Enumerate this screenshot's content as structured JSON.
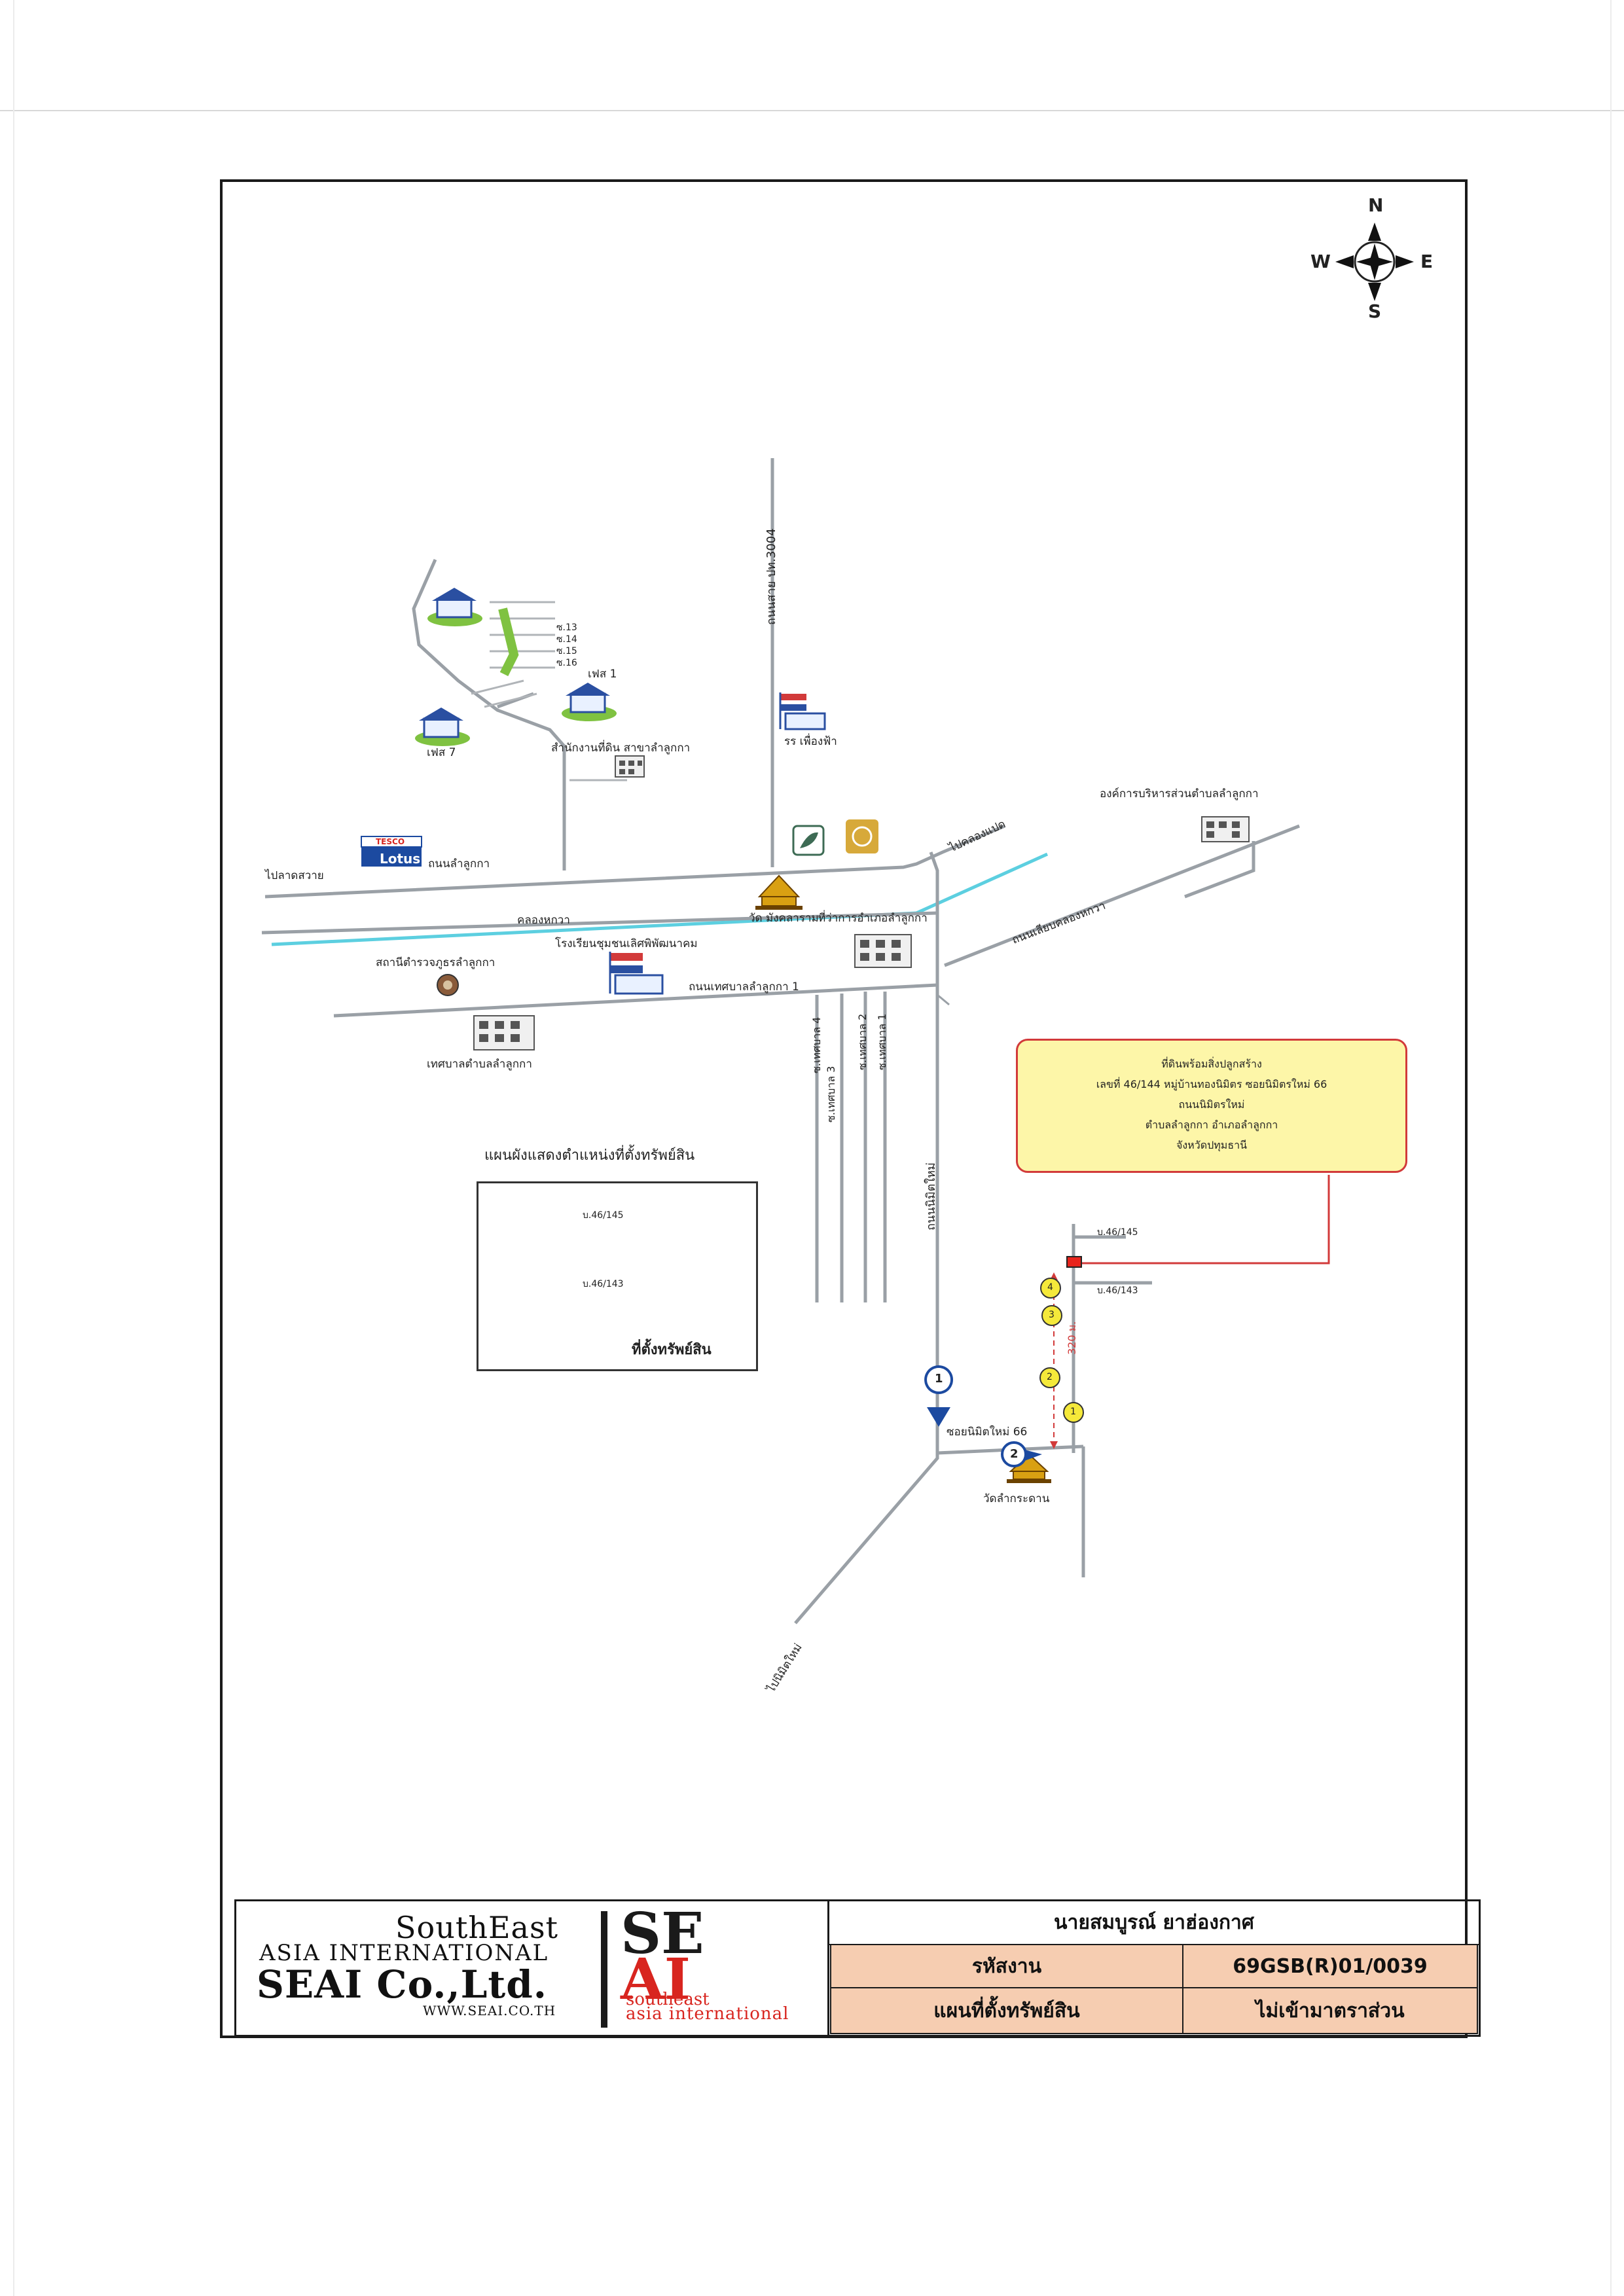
{
  "compass": {
    "n": "N",
    "e": "E",
    "s": "S",
    "w": "W"
  },
  "roads": {
    "route_3004": "ถนนสาย ปท.3004",
    "to_lat_sawai": "ไปลาดสวาย",
    "lam_luk_ka_rd": "ถนนลำลูกกา",
    "to_khlong_paet": "ไปคลองแปด",
    "khlong_hok_wa_side_rd": "ถนนเลียบคลองหกวา",
    "municipal_rd_1": "ถนนเทศบาลลำลูกกา 1",
    "soi_1": "ซ.เทศบาล 1",
    "soi_2": "ซ.เทศบาล 2",
    "soi_3": "ซ.เทศบาล 3",
    "soi_4": "ซ.เทศบาล 4",
    "nimit_mai_rd": "ถนนนิมิตใหม่",
    "to_nimit_mai": "ไปนิมิตใหม่",
    "soi_66": "ซอยนิมิตใหม่ 66"
  },
  "places": {
    "soi_13": "ซ.13",
    "soi_14": "ซ.14",
    "soi_15": "ซ.15",
    "soi_16": "ซ.16",
    "phase_1": "เฟส 1",
    "phase_7": "เฟส 7",
    "land_office": "สำนักงานที่ดิน สาขาลำลูกกา",
    "school_phueng_fa": "รร เพื่องฟ้า",
    "sao": "องค์การบริหารส่วนตำบลลำลูกกา",
    "tesco_top": "TESCO",
    "tesco_bottom": "Lotus",
    "khlong_hok_wa": "คลองหกวา",
    "wat_mangkhala": "วัด มังคลาราม",
    "district_office": "ที่ว่าการอำเภอลำลูกกา",
    "school_chumchon": "โรงเรียนชุมชนเลิศพิพัฒนาคม",
    "police": "สถานีตำรวจภูธรลำลูกกา",
    "municipality": "เทศบาลตำบลลำลูกกา",
    "wat_lam_krasan": "วัดลำกระดาน"
  },
  "callout": {
    "line1": "ที่ดินพร้อมสิ่งปลูกสร้าง",
    "line2": "เลขที่ 46/144 หมู่บ้านทองนิมิตร ซอยนิมิตรใหม่ 66",
    "line3": "ถนนนิมิตรใหม่",
    "line4": "ตำบลลำลูกกา อำเภอลำลูกกา",
    "line5": "จังหวัดปทุมธานี"
  },
  "detail": {
    "house_145": "บ.46/145",
    "house_143": "บ.46/143",
    "distance": "320 ม.",
    "markers": [
      "1",
      "2",
      "3",
      "4"
    ],
    "pin1": "1",
    "pin2": "2"
  },
  "inset": {
    "title": "แผนผังแสดงตำแหน่งที่ตั้งทรัพย์สิน",
    "house_145": "บ.46/145",
    "house_143": "บ.46/143",
    "legend": "ที่ตั้งทรัพย์สิน"
  },
  "footer": {
    "logo_south_east": "SouthEast",
    "logo_asia_intl": "ASIA INTERNATIONAL",
    "logo_seai": "SEAI Co.,Ltd.",
    "logo_web": "WWW.SEAI.CO.TH",
    "logo_se": "SE",
    "logo_ai": "AI",
    "logo_southeast_small": "southeast",
    "logo_asia_small": "asia international",
    "owner": "นายสมบูรณ์ ยาฮ่องกาศ",
    "code_label": "รหัสงาน",
    "code_value": "69GSB(R)01/0039",
    "map_label": "แผนที่ตั้งทรัพย์สิน",
    "scale_note": "ไม่เข้ามาตราส่วน"
  },
  "colors": {
    "canal": "#5ccfe0",
    "callout_fill": "#fdf6a8",
    "callout_border": "#d23a3a",
    "property": "#e8241c",
    "marker": "#f5e93a",
    "footer_peach": "#f6cdb1"
  }
}
